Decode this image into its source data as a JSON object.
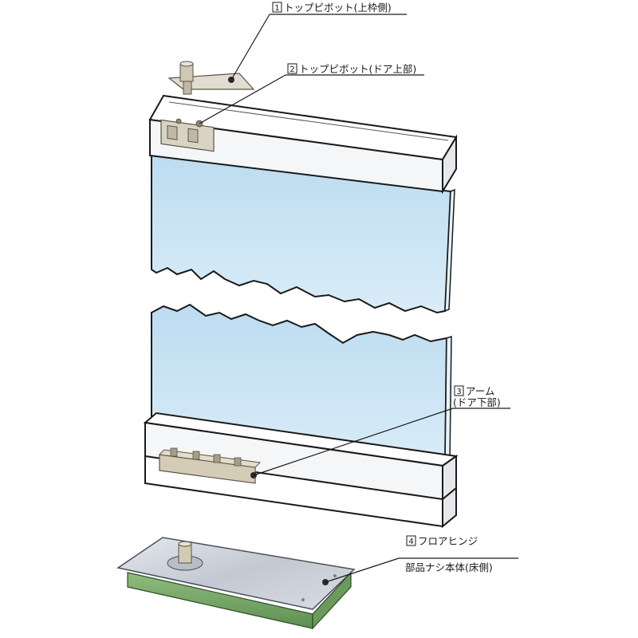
{
  "callouts": [
    {
      "number": "1",
      "text": "トップピボット(上枠側)"
    },
    {
      "number": "2",
      "text": "トップピボット(ドア上部)"
    },
    {
      "number": "3",
      "text": "アーム",
      "text2": "(ドア下部)"
    },
    {
      "number": "4",
      "text": "フロアヒンジ",
      "text2": "部品ナシ本体(床側)"
    }
  ],
  "colors": {
    "glass": "#cfe6f5",
    "frame": "#f5f6f8",
    "outline": "#1a1a1a",
    "metal": "#d9d3c4",
    "floor_box": "#78a86a",
    "steel_plate": "#c9ced6"
  }
}
